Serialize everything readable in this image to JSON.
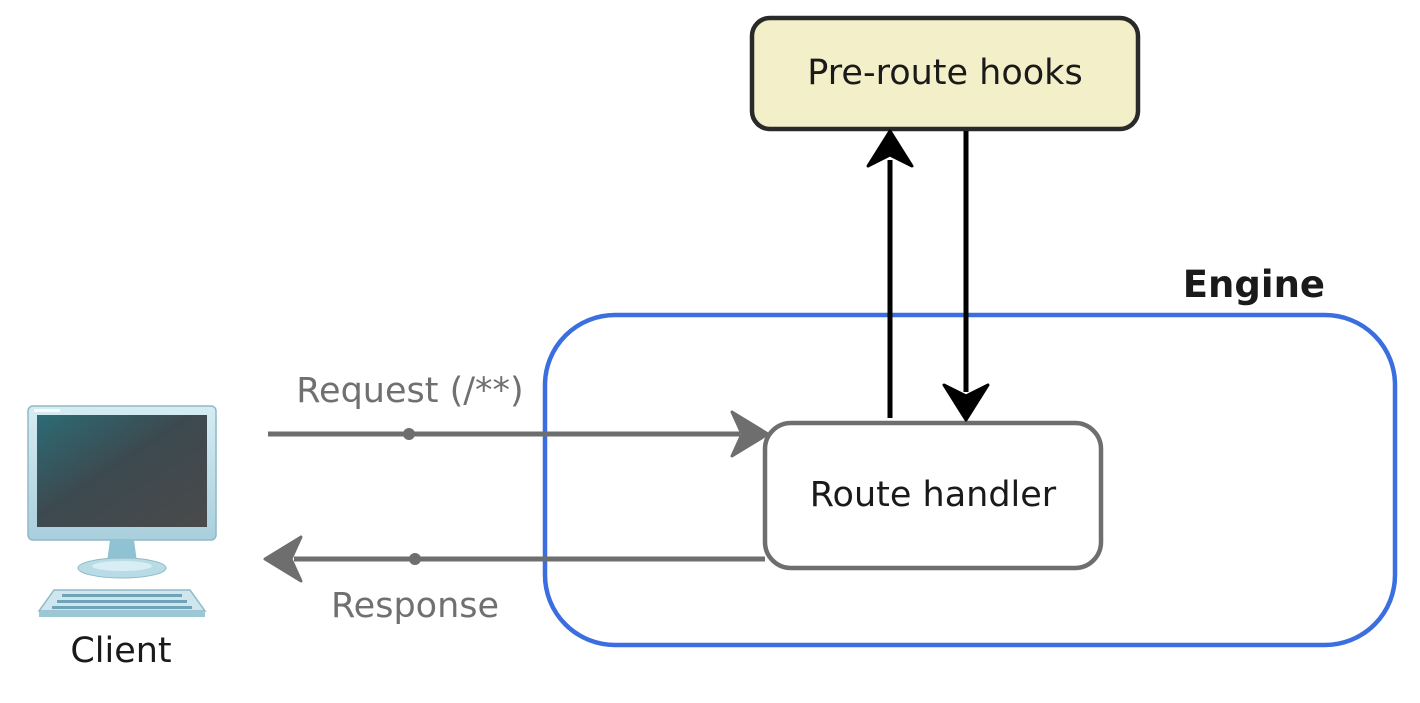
{
  "diagram": {
    "engine_label": "Engine",
    "hooks_label": "Pre-route hooks",
    "handler_label": "Route handler",
    "request_label": "Request (/**)",
    "response_label": "Response",
    "client_label": "Client"
  },
  "colors": {
    "engine_border": "#3b6fe0",
    "hooks_fill": "#f3f0c9",
    "hooks_border": "#2a2a2a",
    "handler_border": "#6e6e6e",
    "flow_arrow": "#6e6e6e",
    "hook_arrow": "#000000"
  },
  "icons": {
    "client": "desktop-computer-icon"
  }
}
